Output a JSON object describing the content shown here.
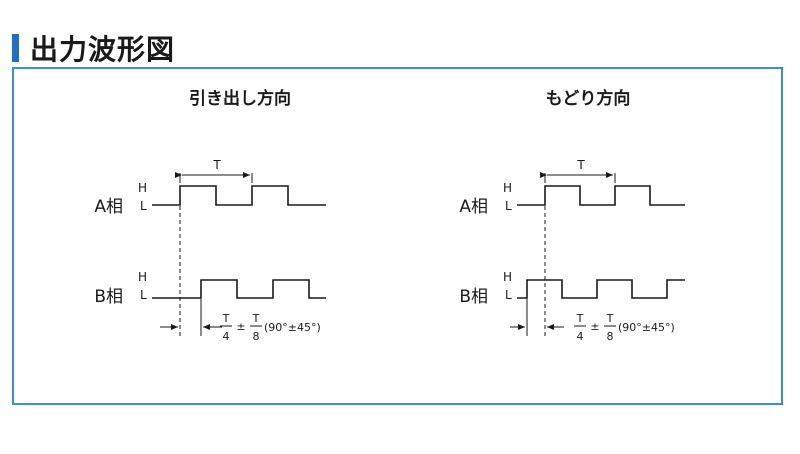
{
  "title": "出力波形図",
  "panels": [
    {
      "heading": "引き出し方向",
      "period_label": "T",
      "phases": [
        {
          "name": "A相",
          "high": "H",
          "low": "L"
        },
        {
          "name": "B相",
          "high": "H",
          "low": "L"
        }
      ],
      "offset": {
        "num1": "T",
        "den1": "4",
        "pm": "±",
        "num2": "T",
        "den2": "8",
        "note": "(90°±45°)"
      }
    },
    {
      "heading": "もどり方向",
      "period_label": "T",
      "phases": [
        {
          "name": "A相",
          "high": "H",
          "low": "L"
        },
        {
          "name": "B相",
          "high": "H",
          "low": "L"
        }
      ],
      "offset": {
        "num1": "T",
        "den1": "4",
        "pm": "±",
        "num2": "T",
        "den2": "8",
        "note": "(90°±45°)"
      }
    }
  ]
}
